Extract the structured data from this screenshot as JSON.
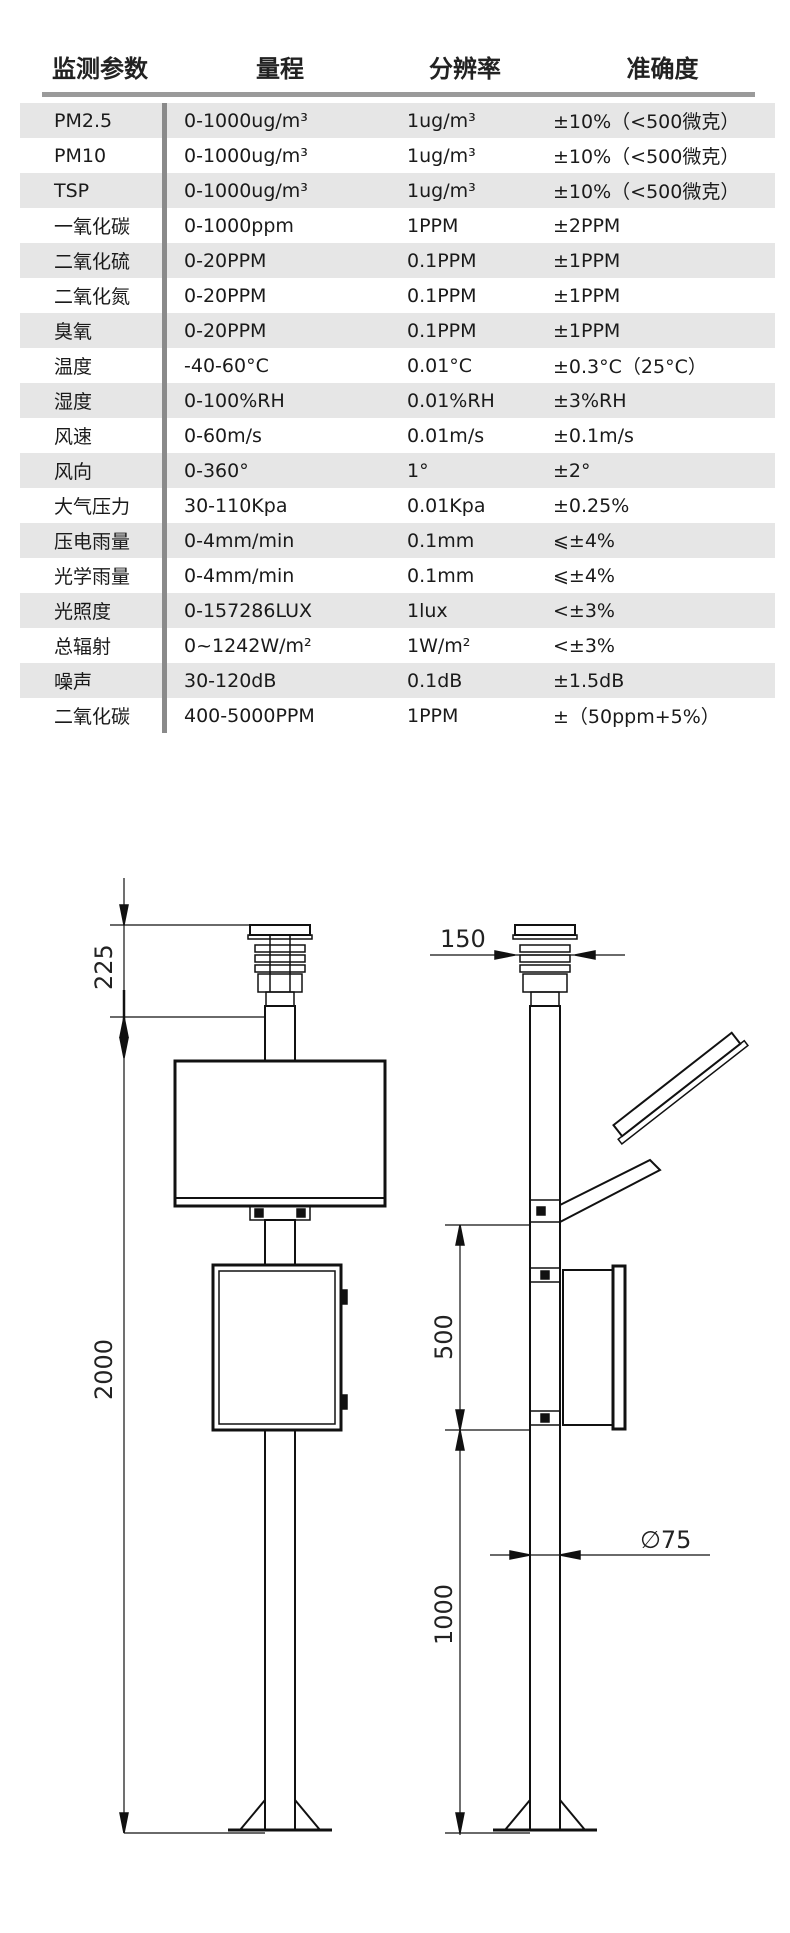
{
  "table": {
    "headers": [
      "监测参数",
      "量程",
      "分辨率",
      "准确度"
    ],
    "rows": [
      [
        "PM2.5",
        "0-1000ug/m³",
        "1ug/m³",
        "±10%（<500微克）"
      ],
      [
        "PM10",
        "0-1000ug/m³",
        "1ug/m³",
        "±10%（<500微克）"
      ],
      [
        "TSP",
        "0-1000ug/m³",
        "1ug/m³",
        "±10%（<500微克）"
      ],
      [
        "一氧化碳",
        "0-1000ppm",
        "1PPM",
        "±2PPM"
      ],
      [
        "二氧化硫",
        "0-20PPM",
        "0.1PPM",
        "±1PPM"
      ],
      [
        "二氧化氮",
        "0-20PPM",
        "0.1PPM",
        "±1PPM"
      ],
      [
        "臭氧",
        "0-20PPM",
        "0.1PPM",
        "±1PPM"
      ],
      [
        "温度",
        "-40-60°C",
        "0.01°C",
        "±0.3°C（25°C）"
      ],
      [
        "湿度",
        "0-100%RH",
        "0.01%RH",
        "±3%RH"
      ],
      [
        "风速",
        "0-60m/s",
        "0.01m/s",
        "±0.1m/s"
      ],
      [
        "风向",
        "0-360°",
        "1°",
        "±2°"
      ],
      [
        "大气压力",
        "30-110Kpa",
        "0.01Kpa",
        "±0.25%"
      ],
      [
        "压电雨量",
        "0-4mm/min",
        "0.1mm",
        "⩽±4%"
      ],
      [
        "光学雨量",
        "0-4mm/min",
        "0.1mm",
        "⩽±4%"
      ],
      [
        "光照度",
        "0-157286LUX",
        "1lux",
        "<±3%"
      ],
      [
        "总辐射",
        "0~1242W/m²",
        "1W/m²",
        "<±3%"
      ],
      [
        "噪声",
        "30-120dB",
        "0.1dB",
        "±1.5dB"
      ],
      [
        "二氧化碳",
        "400-5000PPM",
        "1PPM",
        "±（50ppm+5%）"
      ]
    ]
  },
  "drawing": {
    "dims": {
      "sensor_height": "225",
      "total_height": "2000",
      "sensor_width": "150",
      "box_height": "500",
      "lower_height": "1000",
      "pole_diameter": "∅75"
    }
  }
}
